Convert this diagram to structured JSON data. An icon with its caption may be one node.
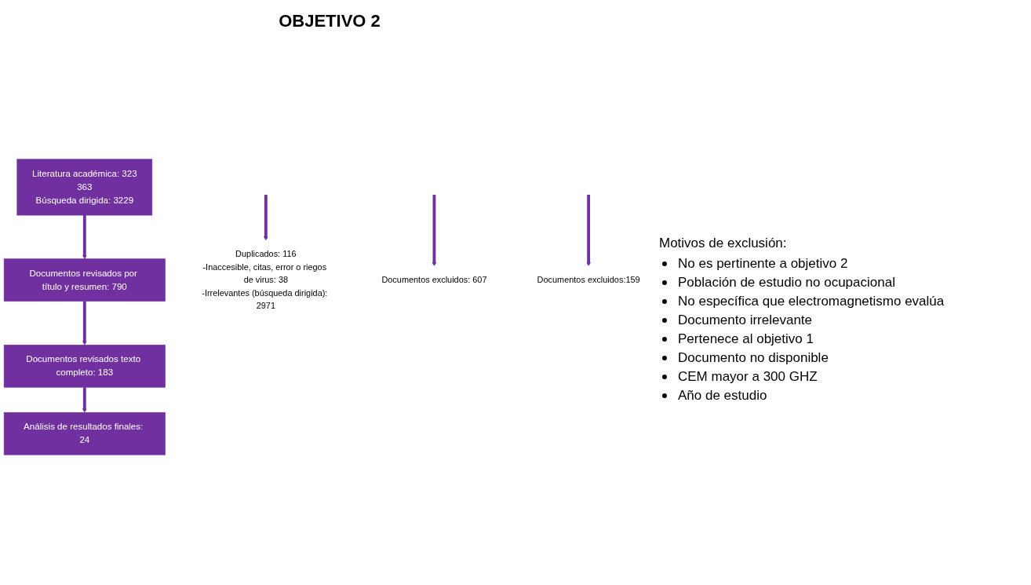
{
  "diagram": {
    "title": "OBJETIVO 2",
    "nodes": [
      {
        "text": [
          "Literatura académica: 323",
          "363",
          "Búsqueda dirigida: 3229"
        ]
      },
      {
        "text": [
          "Documentos revisados por título y resumen: 790"
        ]
      },
      {
        "text": [
          "Documentos revisados texto completo: 183"
        ]
      },
      {
        "text": [
          "Análisis de resultados finales: 24"
        ]
      },
      {
        "text": [
          "Duplicados: 116",
          "-Inaccesible, citas, error o riegos de virus: 38",
          "-Irrelevantes (búsqueda dirigida): 2971"
        ]
      },
      {
        "text": [
          "Documentos excluidos: 607"
        ]
      },
      {
        "text": [
          "Documentos excluidos:159"
        ]
      }
    ],
    "edges": [
      {
        "from": 0,
        "to": 1,
        "arrow": "to"
      },
      {
        "from": null,
        "to": 4,
        "arrow": "to"
      },
      {
        "from": 1,
        "to": 2,
        "arrow": "to"
      },
      {
        "from": null,
        "to": 5,
        "arrow": "to"
      },
      {
        "from": 2,
        "to": 3,
        "arrow": "to"
      },
      {
        "from": null,
        "to": 6,
        "arrow": "to"
      }
    ],
    "labels": [
      "Motivos de exclusión:",
      "No es pertinente a objetivo 2",
      "Población de estudio no ocupacional",
      "No específica que electromagnetismo evalúa",
      "Documento irrelevante",
      "Pertenece al objetivo 1",
      "Documento no disponible",
      "CEM mayor a 300 GHZ",
      "Año de estudio"
    ]
  }
}
